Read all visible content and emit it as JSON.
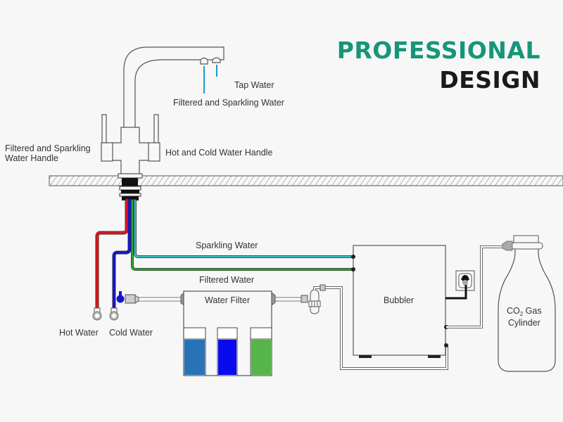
{
  "headline": {
    "line1": "PROFESSIONAL",
    "line2": "DESIGN",
    "line1_color": "#17957a",
    "line2_color": "#1a1a1a"
  },
  "labels": {
    "tap_water": "Tap Water",
    "filtered_sparkling_water": "Filtered and Sparkling Water",
    "filtered_sparkling_handle_line1": "Filtered and Sparkling",
    "filtered_sparkling_handle_line2": "Water Handle",
    "hot_cold_handle": "Hot and Cold Water Handle",
    "sparkling_water": "Sparkling Water",
    "filtered_water": "Filtered Water",
    "water_filter": "Water Filter",
    "bubbler": "Bubbler",
    "hot_water": "Hot Water",
    "cold_water": "Cold Water",
    "co2_prefix": "CO",
    "co2_subscript": "2",
    "co2_suffix": " Gas",
    "cylinder": "Cylinder"
  },
  "colors": {
    "hot_pipe": "#e0141b",
    "cold_pipe": "#1414d4",
    "sparkling_pipe": "#33c1c7",
    "filtered_pipe": "#2ea82e",
    "callout_line": "#1a9ad6",
    "filter_1": "#2872b8",
    "filter_2": "#0a0aee",
    "filter_3": "#56b548"
  }
}
